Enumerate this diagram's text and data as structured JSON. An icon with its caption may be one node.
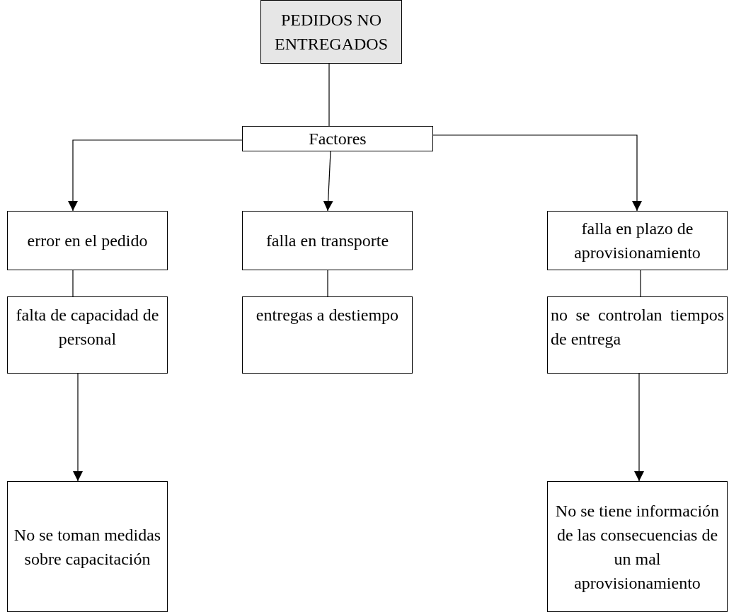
{
  "diagram": {
    "nodes": [
      {
        "text": [
          "PEDIDOS NO ENTREGADOS"
        ]
      },
      {
        "text": [
          "Factores"
        ]
      },
      {
        "text": [
          "error en el pedido"
        ]
      },
      {
        "text": [
          "falla en transporte"
        ]
      },
      {
        "text": [
          "falla en plazo de aprovisionamiento"
        ]
      },
      {
        "text": [
          "falta de capacidad de personal"
        ]
      },
      {
        "text": [
          "entregas a destiempo"
        ]
      },
      {
        "text": [
          "no se controlan tiempos de entrega"
        ]
      },
      {
        "text": [
          "No se toman medidas sobre capacitación"
        ]
      },
      {
        "text": [
          "No se tiene información de las consecuencias de un mal aprovisionamiento"
        ]
      }
    ],
    "edges": [
      {
        "from": 0,
        "to": 1,
        "arrow": "none"
      },
      {
        "from": 1,
        "to": 2,
        "arrow": "to"
      },
      {
        "from": 1,
        "to": 3,
        "arrow": "to"
      },
      {
        "from": 1,
        "to": 4,
        "arrow": "to"
      },
      {
        "from": 2,
        "to": 5,
        "arrow": "none"
      },
      {
        "from": 3,
        "to": 6,
        "arrow": "none"
      },
      {
        "from": 4,
        "to": 7,
        "arrow": "none"
      },
      {
        "from": 5,
        "to": 8,
        "arrow": "to"
      },
      {
        "from": 7,
        "to": 9,
        "arrow": "to"
      }
    ]
  }
}
